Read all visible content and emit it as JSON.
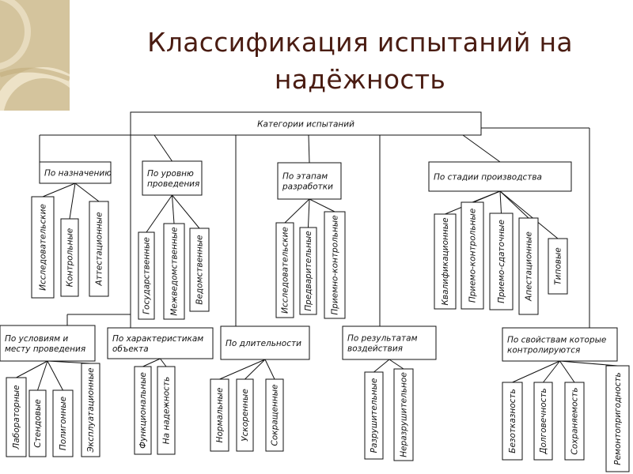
{
  "title": {
    "line1": "Классификация испытаний на",
    "line2": "надёжность"
  },
  "colors": {
    "title": "#4a1c12",
    "corner_base": "#d8c9a3",
    "corner_light": "#efe6cc",
    "lines": "#111111"
  },
  "root": "Категории испытаний",
  "top_groups": [
    {
      "label": [
        "По назначению"
      ],
      "items": [
        "Исследовательские",
        "Контрольные",
        "Аттестационные"
      ]
    },
    {
      "label": [
        "По уровню",
        "проведения"
      ],
      "items": [
        "Государственные",
        "Межведомственные",
        "Ведомственные"
      ]
    },
    {
      "label": [
        "По этапам",
        "разработки"
      ],
      "items": [
        "Исследовательские",
        "Предварительные",
        "Приемно-контрольные"
      ]
    },
    {
      "label": [
        "По стадии производства"
      ],
      "items": [
        "Квалификационные",
        "Приемо-контрольные",
        "Приемо-сдаточные",
        "Апестационные",
        "Типовые"
      ]
    }
  ],
  "bottom_groups": [
    {
      "label": [
        "По условиям и",
        "месту проведения"
      ],
      "items": [
        "Лабораторные",
        "Стендовые",
        "Полигонные",
        "Эксплуатационные"
      ]
    },
    {
      "label": [
        "По характеристикам",
        "объекта"
      ],
      "items": [
        "Функциональные",
        "На надежность"
      ]
    },
    {
      "label": [
        "По длительности"
      ],
      "items": [
        "Нормальные",
        "Ускоренные",
        "Сокращенные"
      ]
    },
    {
      "label": [
        "По результатам",
        "воздействия"
      ],
      "items": [
        "Разрушительные",
        "Неразрушительное"
      ]
    },
    {
      "label": [
        "По свойствам которые",
        "контролируются"
      ],
      "items": [
        "Безотказность",
        "Долговечность",
        "Сохраняемость",
        "Ремонтопригодность"
      ]
    }
  ]
}
